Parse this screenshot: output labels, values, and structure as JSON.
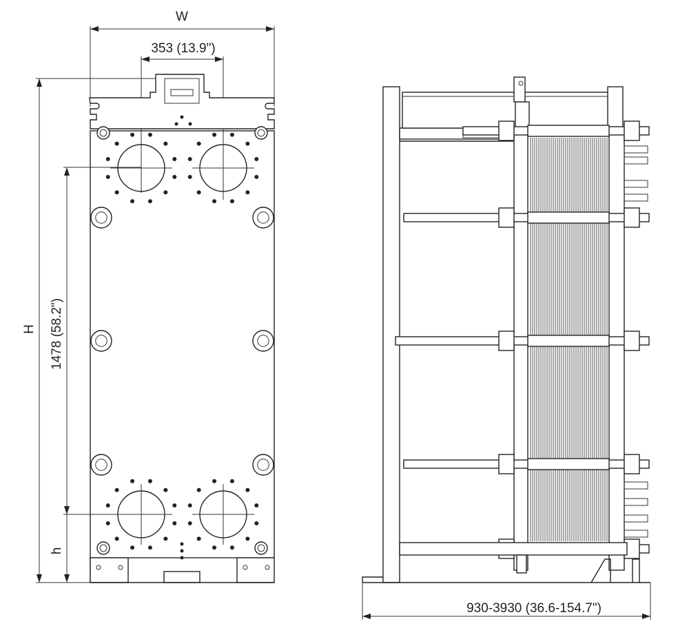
{
  "front_view": {
    "width_label": "W",
    "port_spacing_label": "353 (13.9\")",
    "height_label": "H",
    "port_height_label": "1478 (58.2\")",
    "port_offset_label": "h"
  },
  "side_view": {
    "length_label": "930-3930 (36.6-154.7\")"
  }
}
